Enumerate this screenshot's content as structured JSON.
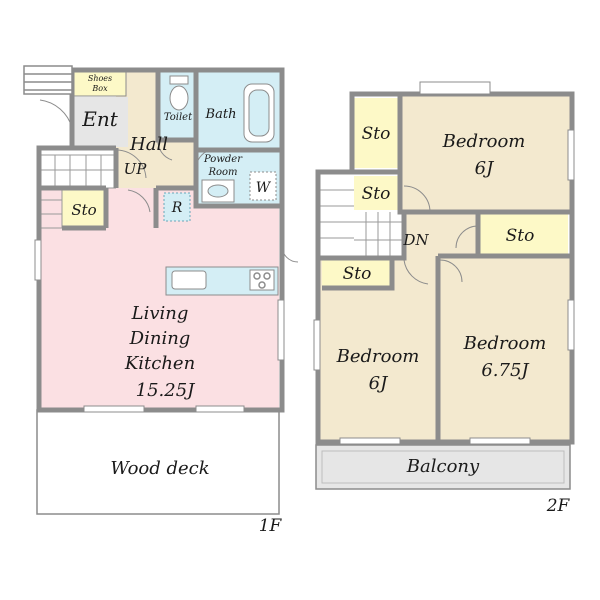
{
  "colors": {
    "wall": "#8c8c8c",
    "living": "#fbe0e3",
    "bedroom": "#f3e9cf",
    "hall": "#f3e9cf",
    "entrance": "#e6e6e6",
    "wet": "#d4eef5",
    "storage": "#fdf9c7",
    "balcony": "#e6e6e6",
    "deck": "#ffffff"
  },
  "floor1": {
    "label": "1F",
    "rooms": {
      "entrance": "Ent",
      "shoes_box_line1": "Shoes",
      "shoes_box_line2": "Box",
      "hall": "Hall",
      "up": "UP",
      "toilet": "Toilet",
      "bath": "Bath",
      "powder_line1": "Powder",
      "powder_line2": "Room",
      "washer": "W",
      "storage": "Sto",
      "refrigerator": "R",
      "ldk_line1": "Living",
      "ldk_line2": "Dining",
      "ldk_line3": "Kitchen",
      "ldk_size": "15.25J",
      "wood_deck": "Wood deck"
    }
  },
  "floor2": {
    "label": "2F",
    "rooms": {
      "sto_a": "Sto",
      "sto_b": "Sto",
      "sto_c": "Sto",
      "sto_d": "Sto",
      "bedroom_a": "Bedroom",
      "bedroom_a_size": "6J",
      "down": "DN",
      "bedroom_b": "Bedroom",
      "bedroom_b_size": "6J",
      "bedroom_c": "Bedroom",
      "bedroom_c_size": "6.75J",
      "balcony": "Balcony"
    }
  }
}
